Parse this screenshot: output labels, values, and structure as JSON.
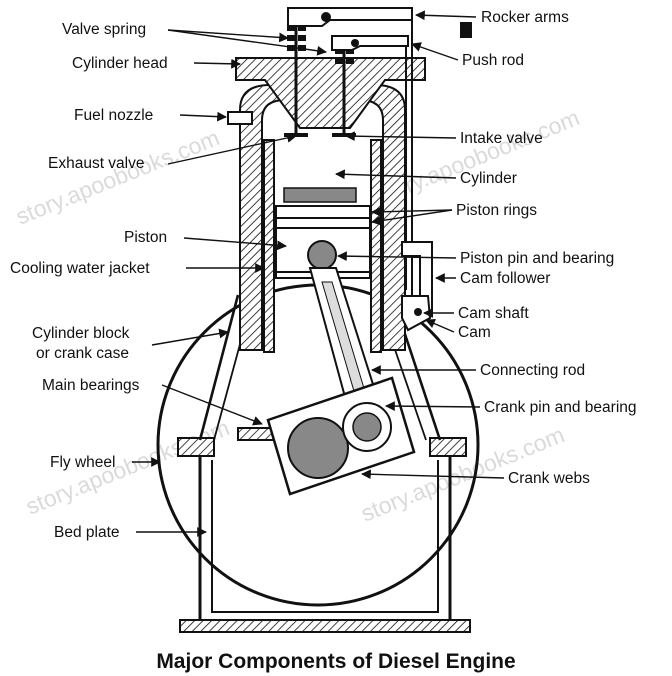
{
  "title": "Major Components of Diesel Engine",
  "watermark": "story.apoobooks.com",
  "labels": {
    "valve_spring": "Valve spring",
    "cylinder_head": "Cylinder head",
    "fuel_nozzle": "Fuel nozzle",
    "exhaust_valve": "Exhaust valve",
    "piston": "Piston",
    "cooling_water_jacket": "Cooling water jacket",
    "cylinder_block_1": "Cylinder block",
    "cylinder_block_2": "or crank case",
    "main_bearings": "Main bearings",
    "fly_wheel": "Fly wheel",
    "bed_plate": "Bed plate",
    "rocker_arms": "Rocker arms",
    "push_rod": "Push rod",
    "intake_valve": "Intake valve",
    "cylinder": "Cylinder",
    "piston_rings": "Piston rings",
    "piston_pin_bearing": "Piston pin and bearing",
    "cam_follower": "Cam follower",
    "cam_shaft": "Cam shaft",
    "cam": "Cam",
    "connecting_rod": "Connecting rod",
    "crank_pin_bearing": "Crank pin and bearing",
    "crank_webs": "Crank webs"
  }
}
